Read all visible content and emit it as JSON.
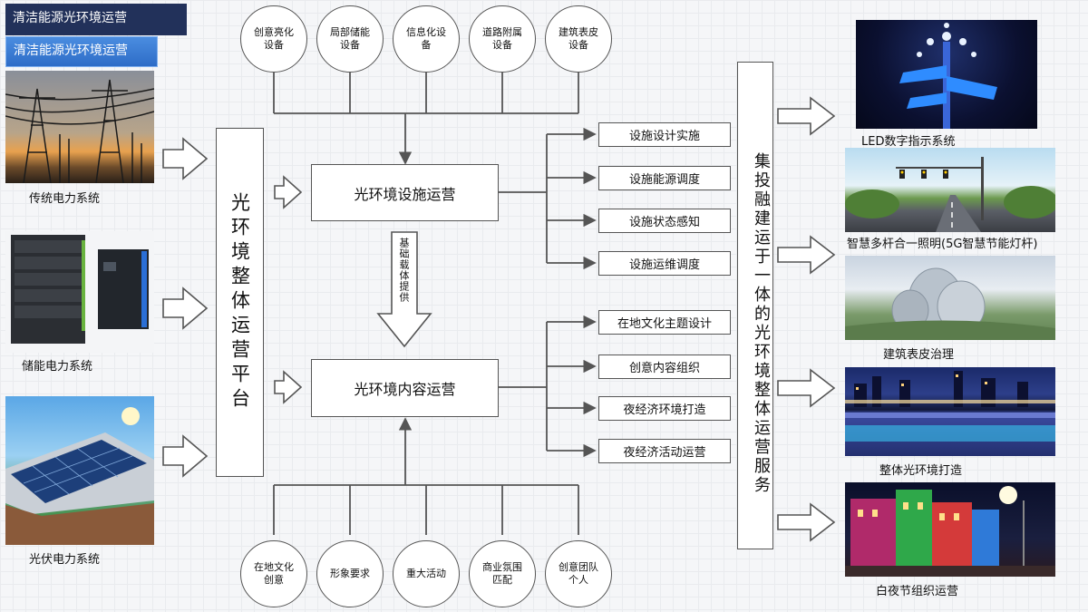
{
  "header": {
    "tag_dark": "清洁能源光环境运营",
    "tag_blue": "清洁能源光环境运营"
  },
  "sources": [
    {
      "caption": "传统电力系统",
      "icon": "power-grid-photo"
    },
    {
      "caption": "储能电力系统",
      "icon": "energy-storage-cabinet-photo"
    },
    {
      "caption": "光伏电力系统",
      "icon": "solar-panel-roof-photo"
    }
  ],
  "platform": {
    "label": "光环境整体运营平台"
  },
  "top_inputs": [
    {
      "label": "创意亮化设备"
    },
    {
      "label": "局部储能设备"
    },
    {
      "label": "信息化设备"
    },
    {
      "label": "道路附属设备"
    },
    {
      "label": "建筑表皮设备"
    }
  ],
  "bottom_inputs": [
    {
      "label": "在地文化创意"
    },
    {
      "label": "形象要求"
    },
    {
      "label": "重大活动"
    },
    {
      "label": "商业氛围匹配"
    },
    {
      "label": "创意团队个人"
    }
  ],
  "facility": {
    "title": "光环境设施运营",
    "items": [
      "设施设计实施",
      "设施能源调度",
      "设施状态感知",
      "设施运维调度"
    ]
  },
  "foundation_arrow": {
    "label": "基础载体提供"
  },
  "content": {
    "title": "光环境内容运营",
    "items": [
      "在地文化主题设计",
      "创意内容组织",
      "夜经济环境打造",
      "夜经济活动运营"
    ]
  },
  "service": {
    "label": "集投融建运于一体的光环境整体运营服务"
  },
  "outputs": [
    {
      "caption": "LED数字指示系统",
      "icon": "led-sign-pole-photo"
    },
    {
      "caption": "智慧多杆合一照明(5G智慧节能灯杆)",
      "icon": "smart-street-lamp-photo"
    },
    {
      "caption": "建筑表皮治理",
      "icon": "building-facade-photo"
    },
    {
      "caption": "整体光环境打造",
      "icon": "night-skyline-photo"
    },
    {
      "caption": "白夜节组织运营",
      "icon": "night-festival-photo"
    }
  ]
}
